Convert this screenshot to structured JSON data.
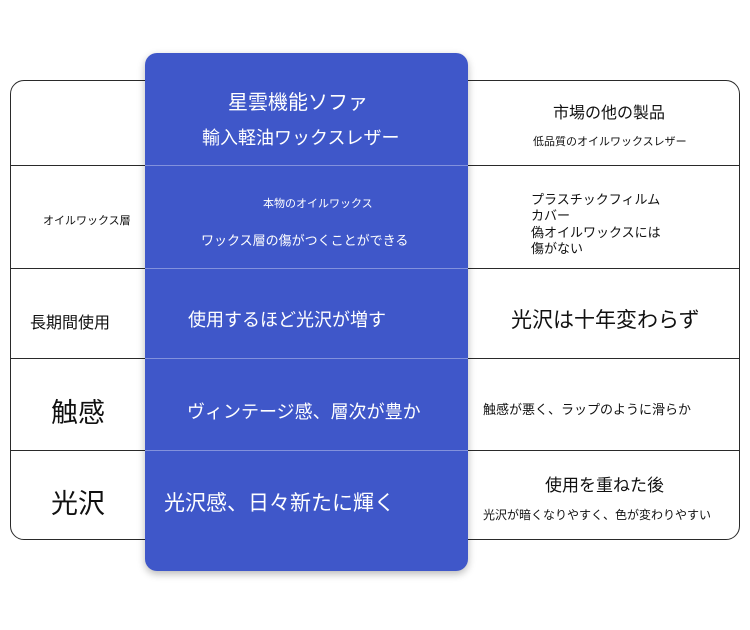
{
  "header": {
    "product_title": "星雲機能ソファ",
    "product_subtitle": "輸入軽油ワックスレザー",
    "market_title": "市場の他の製品",
    "market_subtitle": "低品質のオイルワックスレザー"
  },
  "rows": [
    {
      "label": "オイルワックス層",
      "product_line1": "本物のオイルワックス",
      "product_line2": "ワックス層の傷がつくことができる",
      "market_line1": "プラスチックフィルム",
      "market_line2": "カバー",
      "market_line3": "偽オイルワックスには",
      "market_line4": "傷がない"
    },
    {
      "label": "長期間使用",
      "product": "使用するほど光沢が増す",
      "market": "光沢は十年変わらず"
    },
    {
      "label": "触感",
      "product": "ヴィンテージ感、層次が豊か",
      "market": "触感が悪く、ラップのように滑らか"
    },
    {
      "label": "光沢",
      "product": "光沢感、日々新たに輝く",
      "market_line1": "使用を重ねた後",
      "market_line2": "光沢が暗くなりやすく、色が変わりやすい"
    }
  ]
}
